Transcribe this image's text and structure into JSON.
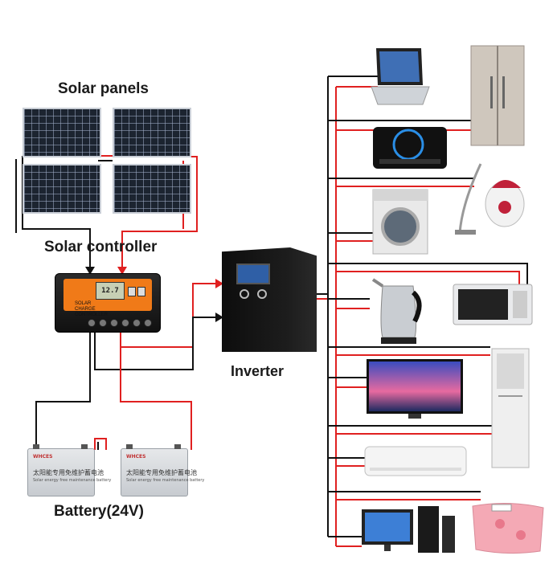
{
  "labels": {
    "solar_panels": "Solar panels",
    "solar_controller": "Solar controller",
    "inverter": "Inverter",
    "battery": "Battery(24V)"
  },
  "controller": {
    "display": "12.7",
    "face_text": "SOLAR CHARGE CONTROLLER"
  },
  "battery_unit": {
    "brand": "WHCES",
    "chinese_text": "太阳能专用免维护蓄电池",
    "english_text": "Solar energy free maintenance battery"
  },
  "appliances": [
    {
      "name": "laptop-icon"
    },
    {
      "name": "refrigerator-icon"
    },
    {
      "name": "induction-cooker-icon"
    },
    {
      "name": "vacuum-cleaner-icon"
    },
    {
      "name": "washing-machine-icon"
    },
    {
      "name": "electric-kettle-icon"
    },
    {
      "name": "microwave-icon"
    },
    {
      "name": "television-icon"
    },
    {
      "name": "standing-air-conditioner-icon"
    },
    {
      "name": "wall-air-conditioner-icon"
    },
    {
      "name": "desktop-computer-icon"
    },
    {
      "name": "electric-blanket-icon"
    }
  ],
  "colors": {
    "positive_wire": "#e02020",
    "negative_wire": "#111111"
  }
}
